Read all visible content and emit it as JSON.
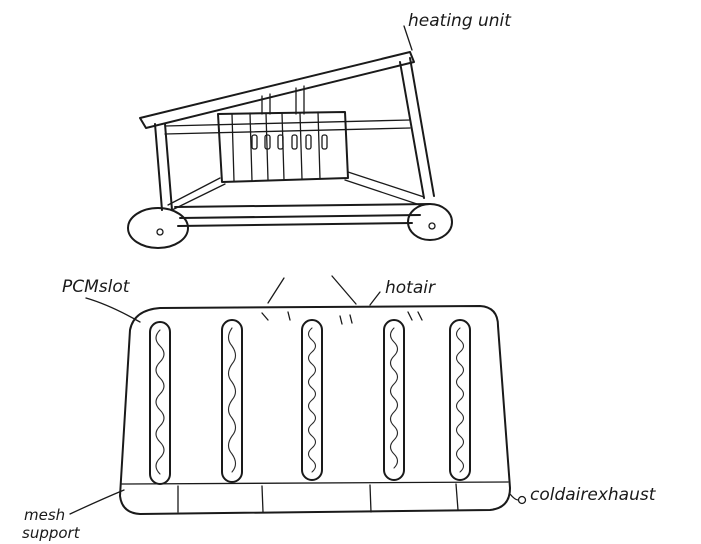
{
  "labels": {
    "heating_unit": "heating unit",
    "pcm_slot": "PCMslot",
    "hot_air": "hotair",
    "cold_air_exhaust": "coldairexhaust",
    "mesh_support_line1": "mesh",
    "mesh_support_line2": "support"
  }
}
